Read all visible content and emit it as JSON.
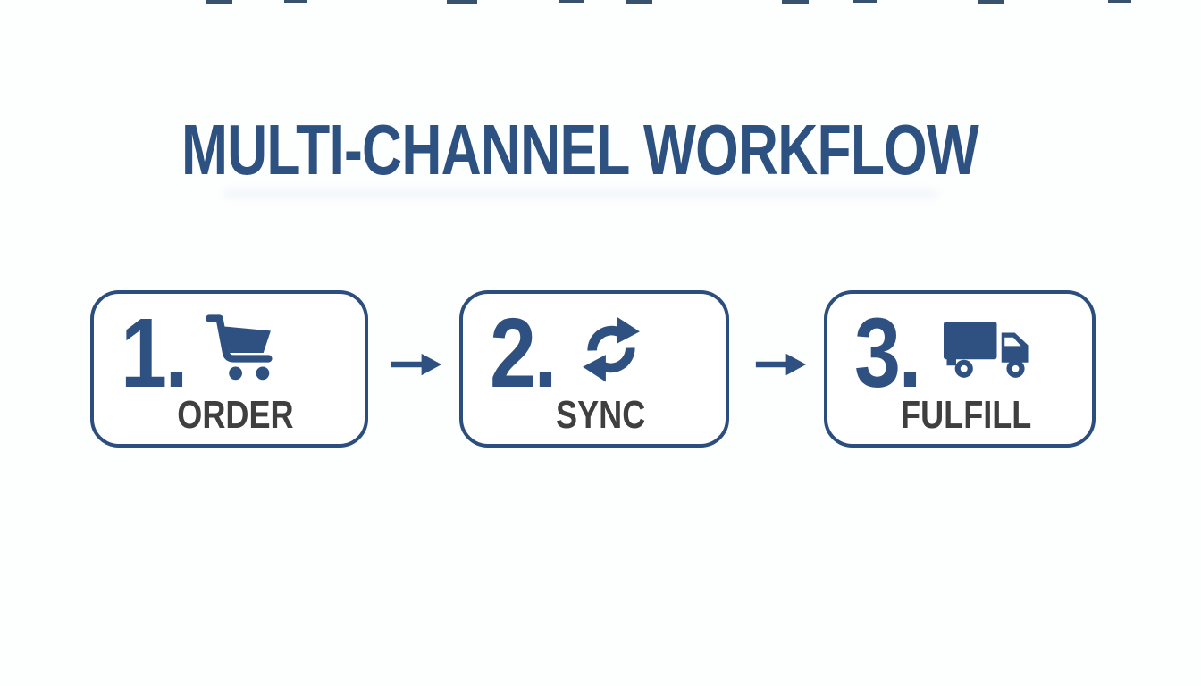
{
  "title": "MULTI-CHANNEL WORKFLOW",
  "colors": {
    "accent_blue": "#2E5181",
    "box_border_blue": "#2B4E7E",
    "label_gray": "#3F3F3F",
    "background": "#FDFEFE"
  },
  "steps": [
    {
      "number": "1.",
      "label": "ORDER",
      "icon": "shopping-cart-icon"
    },
    {
      "number": "2.",
      "label": "SYNC",
      "icon": "sync-arrows-icon"
    },
    {
      "number": "3.",
      "label": "FULFILL",
      "icon": "delivery-truck-icon"
    }
  ],
  "connectors": [
    {
      "icon": "right-arrow-icon"
    },
    {
      "icon": "right-arrow-icon"
    }
  ]
}
